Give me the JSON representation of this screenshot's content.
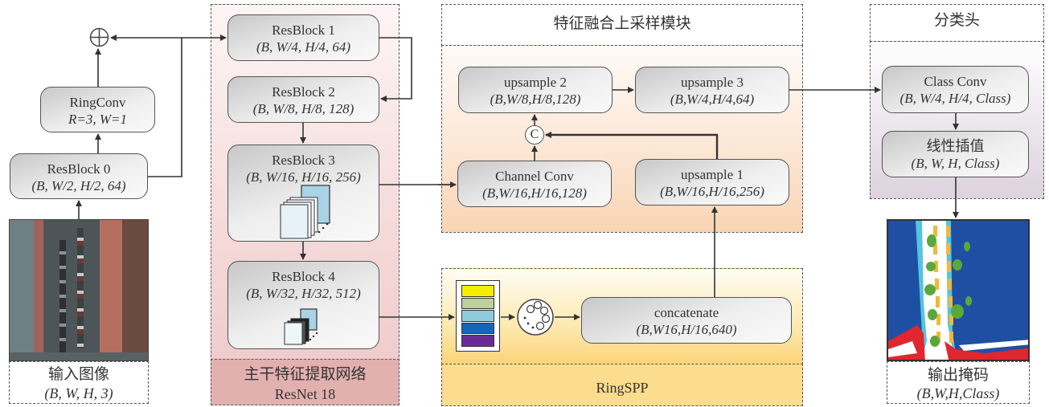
{
  "input": {
    "title": "输入图像",
    "shape": "(B, W, H, 3)"
  },
  "left_column": {
    "resblock0": {
      "title": "ResBlock 0",
      "shape": "(B, W/2, H/2, 64)"
    },
    "ringconv": {
      "title": "RingConv",
      "shape": "R=3, W=1"
    },
    "add_symbol": "add-icon"
  },
  "backbone": {
    "title": "主干特征提取网络",
    "subtitle": "ResNet 18",
    "blocks": [
      {
        "title": "ResBlock 1",
        "shape": "(B, W/4, H/4, 64)"
      },
      {
        "title": "ResBlock 2",
        "shape": "(B, W/8, H/8, 128)"
      },
      {
        "title": "ResBlock 3",
        "shape": "(B, W/16, H/16, 256)"
      },
      {
        "title": "ResBlock 4",
        "shape": "(B, W/32, H/32, 512)"
      }
    ]
  },
  "fusion": {
    "title": "特征融合上采样模块",
    "upsample2": {
      "title": "upsample 2",
      "shape": "(B,W/8,H/8,128)"
    },
    "upsample3": {
      "title": "upsample 3",
      "shape": "(B,W/4,H/4,64)"
    },
    "channel_conv": {
      "title": "Channel Conv",
      "shape": "(B,W/16,H/16,128)"
    },
    "upsample1": {
      "title": "upsample 1",
      "shape": "(B,W/16,H/16,256)"
    },
    "concat_symbol": "C"
  },
  "ringspp": {
    "title": "RingSPP",
    "concatenate": {
      "title": "concatenate",
      "shape": "(B,W16,H/16,640)"
    },
    "pool_colors": [
      "#f5ee00",
      "#bccf9c",
      "#8ecbdc",
      "#1466b8",
      "#6a2b96"
    ]
  },
  "head": {
    "title": "分类头",
    "class_conv": {
      "title": "Class Conv",
      "shape": "(B, W/4, H/4, Class)"
    },
    "interp": {
      "title": "线性插值",
      "shape": "(B, W, H, Class)"
    }
  },
  "output": {
    "title": "输出掩码",
    "shape": "(B,W,H,Class)"
  },
  "colors": {
    "backbone_bg": "#f3d3d3",
    "backbone_footer": "#e2adad",
    "fusion_bg": "#fbe3cf",
    "ringspp_bg": "#fbd98c",
    "head_bg": "#e6dde8",
    "mask_blue": "#1f4fa3",
    "mask_white": "#ffffff",
    "mask_cyan": "#55c4dc",
    "mask_green": "#5aa83c",
    "mask_yellow": "#f0b93a",
    "mask_red": "#e0262e"
  }
}
